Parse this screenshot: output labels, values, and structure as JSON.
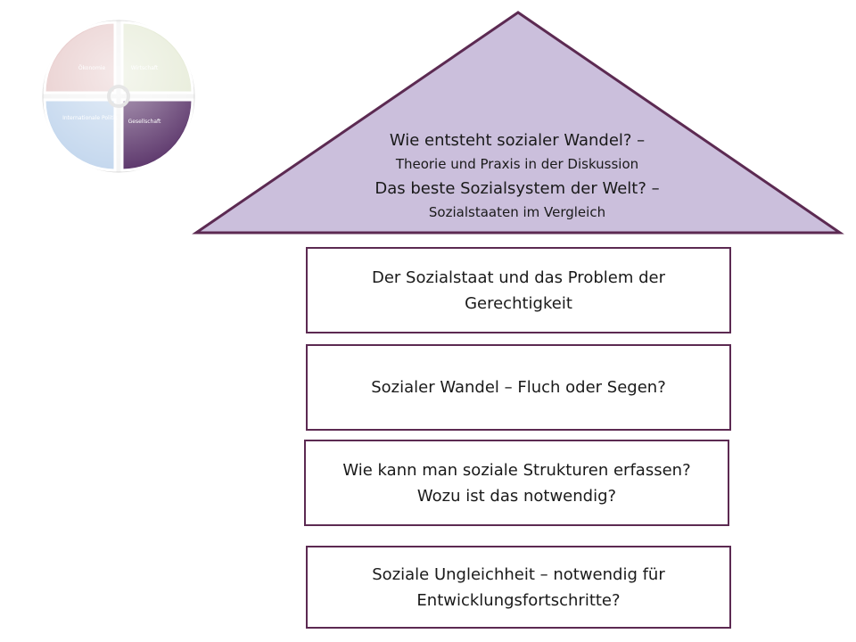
{
  "wheel": {
    "segments": [
      {
        "label": "Ökonomie",
        "color": "#e9cfcf"
      },
      {
        "label": "Wirtschaft",
        "color": "#e7ecd9"
      },
      {
        "label": "Internationale Politik",
        "color": "#c5d8ee"
      },
      {
        "label": "Gesellschaft",
        "color": "#5f3a6e"
      }
    ]
  },
  "roof": {
    "line1": "Wie entsteht sozialer Wandel? –",
    "line2": "Theorie und Praxis in der Diskussion",
    "line3": "Das beste Sozialsystem der Welt? –",
    "line4": "Sozialstaaten im Vergleich",
    "fill": "#cbbfdc",
    "stroke": "#5c2a52"
  },
  "boxes": [
    {
      "line1": "Der Sozialstaat und das Problem der",
      "line2": "Gerechtigkeit"
    },
    {
      "line1": "Sozialer Wandel – Fluch oder Segen?",
      "line2": ""
    },
    {
      "line1": "Wie kann man soziale Strukturen erfassen?",
      "line2": "Wozu ist das notwendig?"
    },
    {
      "line1": "Soziale Ungleichheit – notwendig für",
      "line2": "Entwicklungsfortschritte?"
    }
  ]
}
